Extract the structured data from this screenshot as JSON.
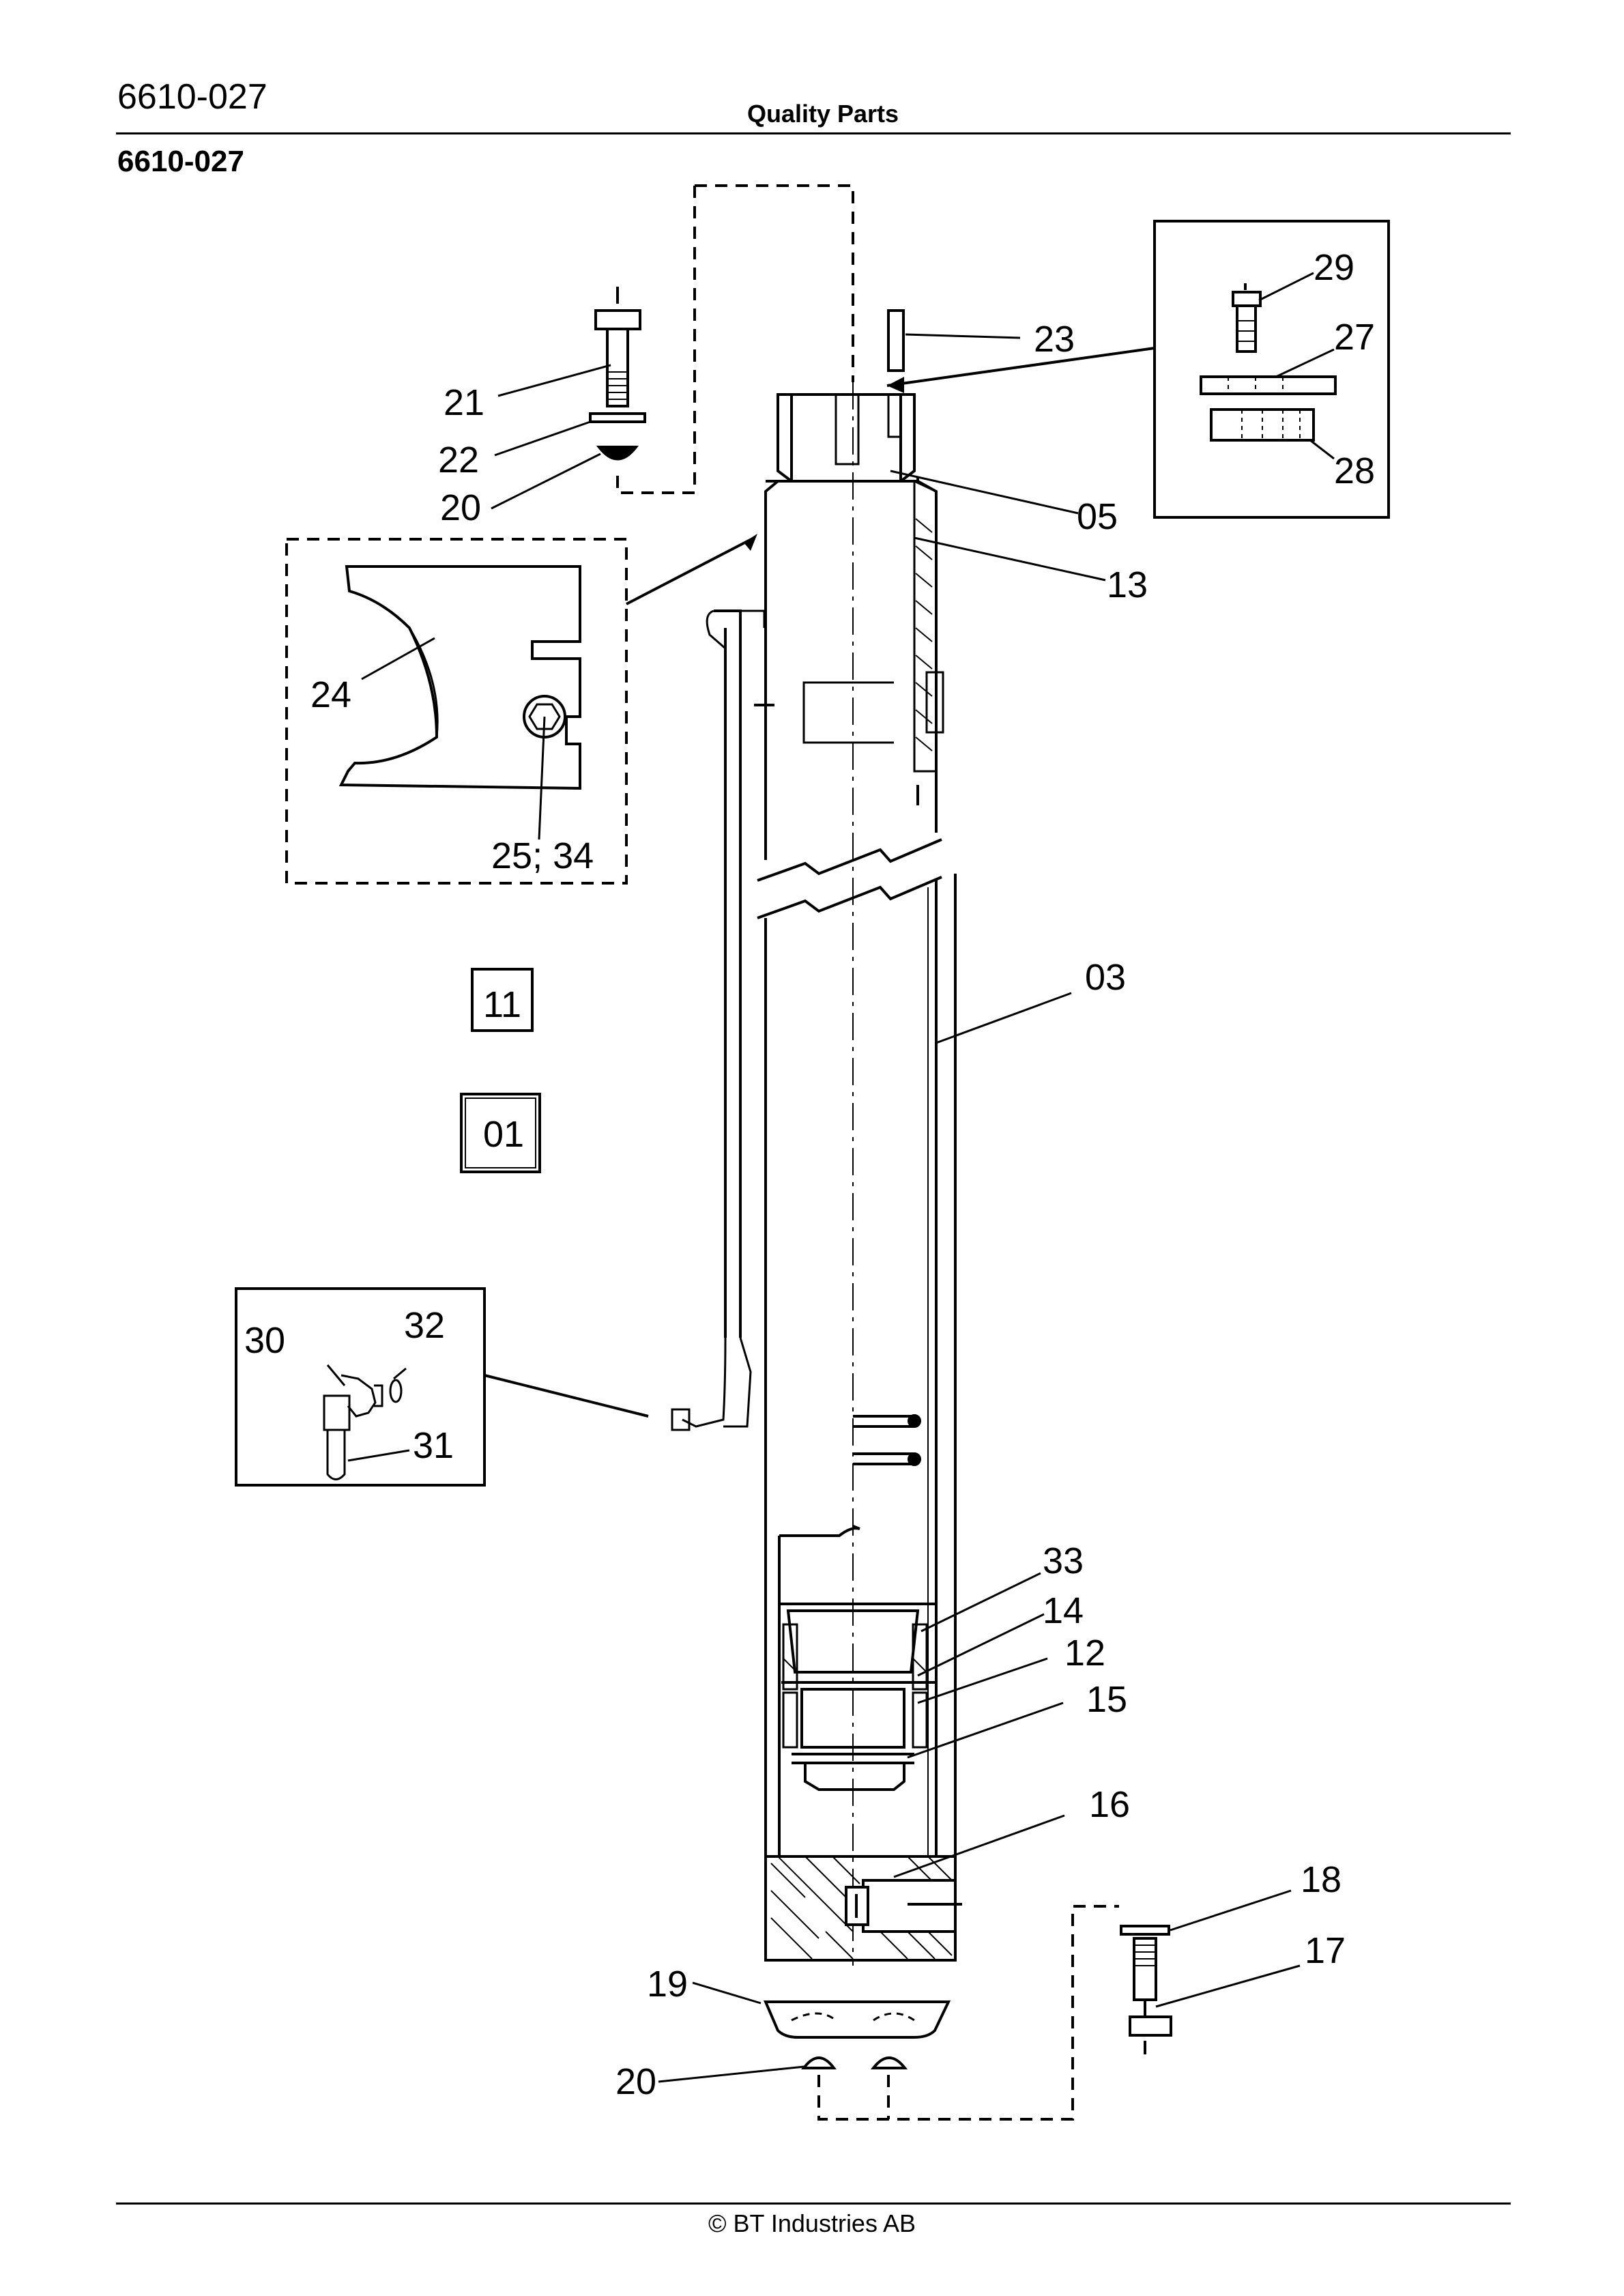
{
  "header": {
    "doc_code": "6610-027",
    "title": "Quality Parts",
    "sub_code": "6610-027"
  },
  "footer": {
    "copyright": "© BT Industries AB"
  },
  "callouts": {
    "p29": "29",
    "p27": "27",
    "p28": "28",
    "p23": "23",
    "p21": "21",
    "p22": "22",
    "p20a": "20",
    "p05": "05",
    "p13": "13",
    "p24": "24",
    "p2534": "25; 34",
    "p03": "03",
    "p11": "11",
    "p01": "01",
    "p30": "30",
    "p32": "32",
    "p31": "31",
    "p33": "33",
    "p14": "14",
    "p12": "12",
    "p15": "15",
    "p16": "16",
    "p18": "18",
    "p17": "17",
    "p19": "19",
    "p20b": "20"
  }
}
